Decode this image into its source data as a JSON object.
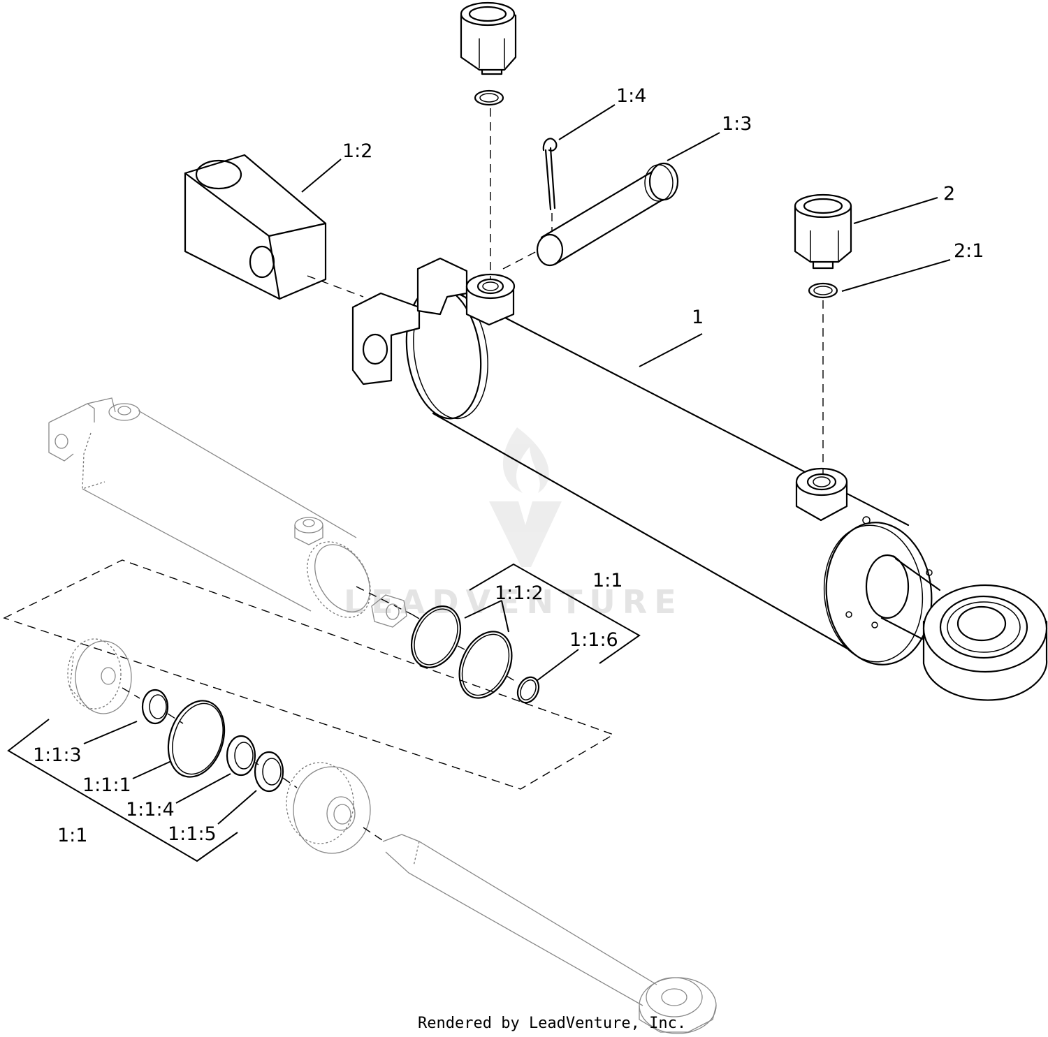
{
  "callouts": {
    "c1": "1",
    "c1_2": "1:2",
    "c1_3": "1:3",
    "c1_4": "1:4",
    "c2": "2",
    "c2_1": "2:1",
    "c1_1_upper": "1:1",
    "c1_1_2": "1:1:2",
    "c1_1_6": "1:1:6",
    "c1_1_3": "1:1:3",
    "c1_1_1": "1:1:1",
    "c1_1_4": "1:1:4",
    "c1_1_5": "1:1:5",
    "c1_1_lower": "1:1"
  },
  "watermark": {
    "text": "LEADVENTURE",
    "color": "#e4e4e4"
  },
  "footer": {
    "text": "Rendered by LeadVenture, Inc."
  },
  "colors": {
    "line": "#000000",
    "ghost": "#777777",
    "background": "#ffffff"
  }
}
